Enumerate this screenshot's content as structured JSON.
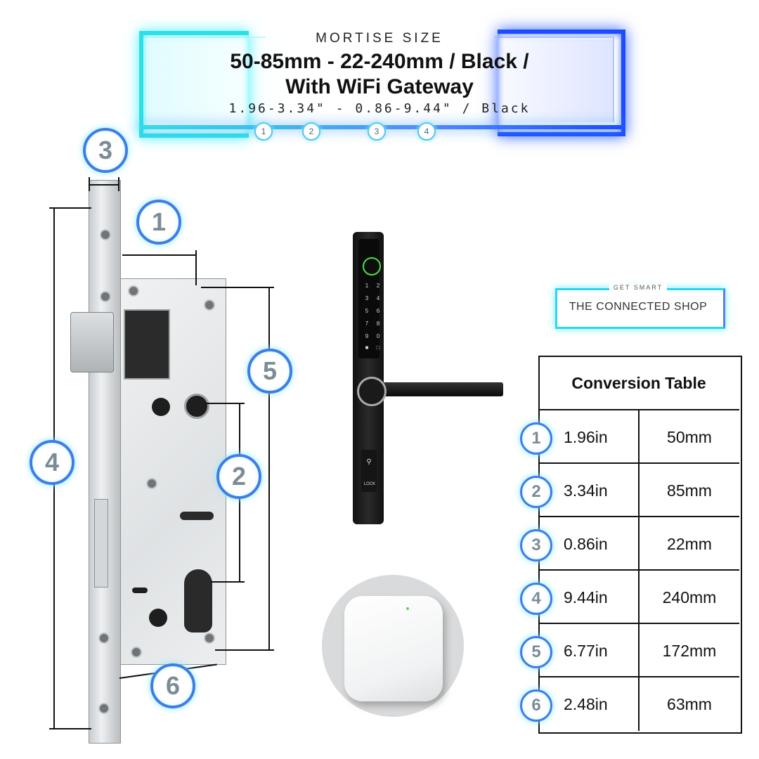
{
  "header": {
    "eyebrow": "MORTISE SIZE",
    "title_line1": "50-85mm - 22-240mm / Black /",
    "title_line2": "With WiFi Gateway",
    "subtitle": "1.96-3.34\" - 0.86-9.44\" / Black",
    "markers": [
      "1",
      "2",
      "3",
      "4"
    ]
  },
  "diagram": {
    "badges": [
      "1",
      "2",
      "3",
      "4",
      "5",
      "6"
    ]
  },
  "handle": {
    "keypad": [
      "1",
      "2",
      "3",
      "4",
      "5",
      "6",
      "7",
      "8",
      "9",
      "0"
    ],
    "lock_label": "LOCK"
  },
  "logo": {
    "tagline": "GET SMART",
    "name": "THE CONNECTED SHOP"
  },
  "table": {
    "title": "Conversion Table",
    "rows": [
      {
        "index": "1",
        "inches": "1.96in",
        "mm": "50mm"
      },
      {
        "index": "2",
        "inches": "3.34in",
        "mm": "85mm"
      },
      {
        "index": "3",
        "inches": "0.86in",
        "mm": "22mm"
      },
      {
        "index": "4",
        "inches": "9.44in",
        "mm": "240mm"
      },
      {
        "index": "5",
        "inches": "6.77in",
        "mm": "172mm"
      },
      {
        "index": "6",
        "inches": "2.48in",
        "mm": "63mm"
      }
    ]
  },
  "colors": {
    "neon_cyan": "#2de0e6",
    "neon_blue": "#1c4cff",
    "badge_ring": "#3d7ee6"
  }
}
